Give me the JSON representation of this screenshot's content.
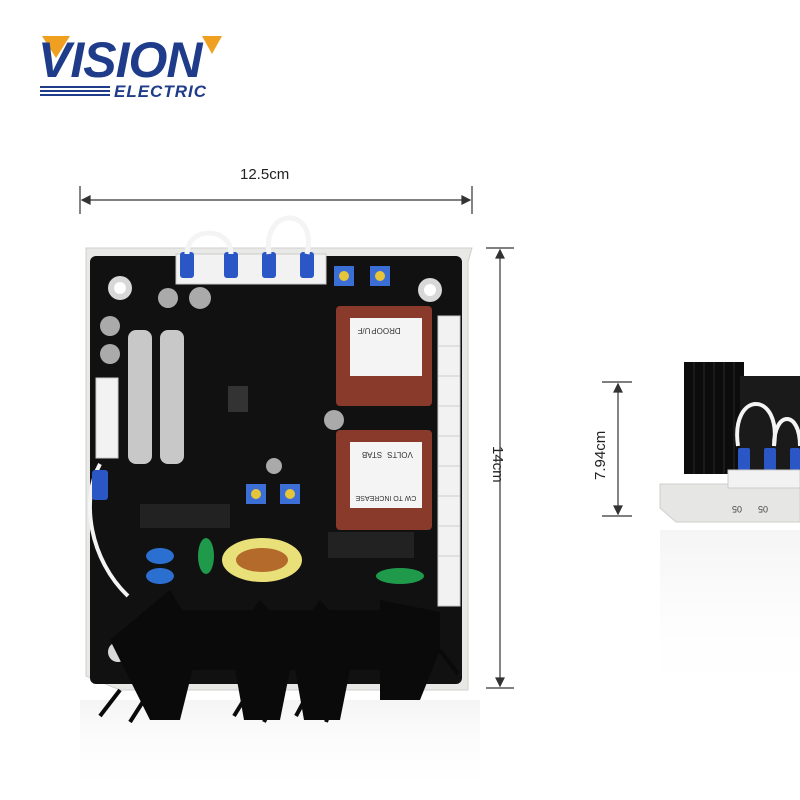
{
  "brand": {
    "name": "VISION",
    "subtitle": "ELECTRIC",
    "color_primary": "#1f3c8a",
    "color_accent": "#f0a020"
  },
  "dimensions": {
    "width": "12.5cm",
    "height": "14cm",
    "depth": "7.94cm"
  },
  "board": {
    "label_droop": "DROOP",
    "label_uf": "U/F",
    "label_volts": "VOLTS",
    "label_stab": "STAB",
    "label_increase": "CW TO INCREASE",
    "board_color": "#111111",
    "frame_color": "#e8e8e6",
    "transformer_color": "#8a3a2a"
  },
  "side_view": {
    "label_a": "05",
    "label_b": "05"
  }
}
